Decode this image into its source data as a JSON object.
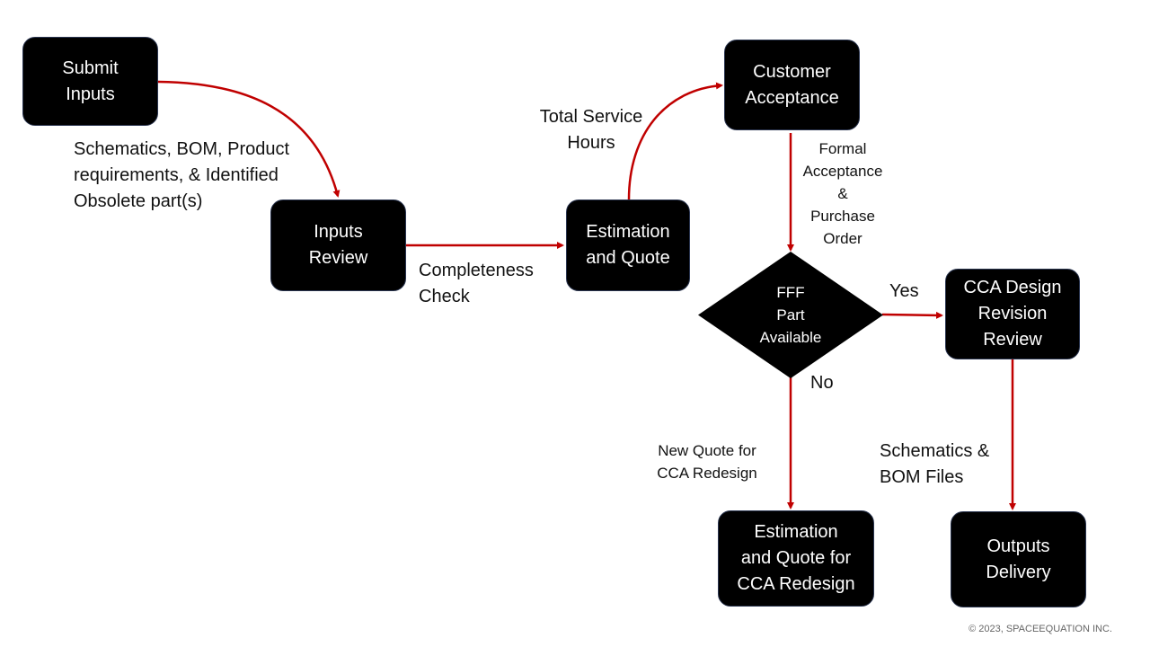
{
  "diagram": {
    "colors": {
      "node_fill": "#000000",
      "node_text": "#ffffff",
      "arrow": "#c00000"
    },
    "nodes": {
      "submit_inputs": "Submit\nInputs",
      "inputs_review": "Inputs\nReview",
      "estimation_quote": "Estimation\nand Quote",
      "customer_acceptance": "Customer\nAcceptance",
      "decision": "FFF\nPart\nAvailable",
      "cca_design_review": "CCA Design\nRevision\nReview",
      "estimation_quote_redesign": "Estimation\nand Quote for\nCCA Redesign",
      "outputs_delivery": "Outputs\nDelivery"
    },
    "edge_labels": {
      "submit_to_review": "Schematics, BOM, Product\nrequirements, & Identified\nObsolete part(s)",
      "review_to_estimate": "Completeness\nCheck",
      "estimate_to_acceptance": "Total Service\nHours",
      "acceptance_to_decision": "Formal\nAcceptance\n&\nPurchase\nOrder",
      "decision_yes": "Yes",
      "decision_no": "No",
      "no_to_redesign": "New Quote for\nCCA Redesign",
      "review_to_outputs": "Schematics &\nBOM Files"
    },
    "edges": [
      {
        "from": "submit_inputs",
        "to": "inputs_review"
      },
      {
        "from": "inputs_review",
        "to": "estimation_quote"
      },
      {
        "from": "estimation_quote",
        "to": "customer_acceptance"
      },
      {
        "from": "customer_acceptance",
        "to": "decision"
      },
      {
        "from": "decision",
        "to": "cca_design_review",
        "label": "Yes"
      },
      {
        "from": "decision",
        "to": "estimation_quote_redesign",
        "label": "No"
      },
      {
        "from": "cca_design_review",
        "to": "outputs_delivery"
      }
    ]
  },
  "footer": {
    "copyright": "© 2023, SPACEEQUATION  INC."
  }
}
